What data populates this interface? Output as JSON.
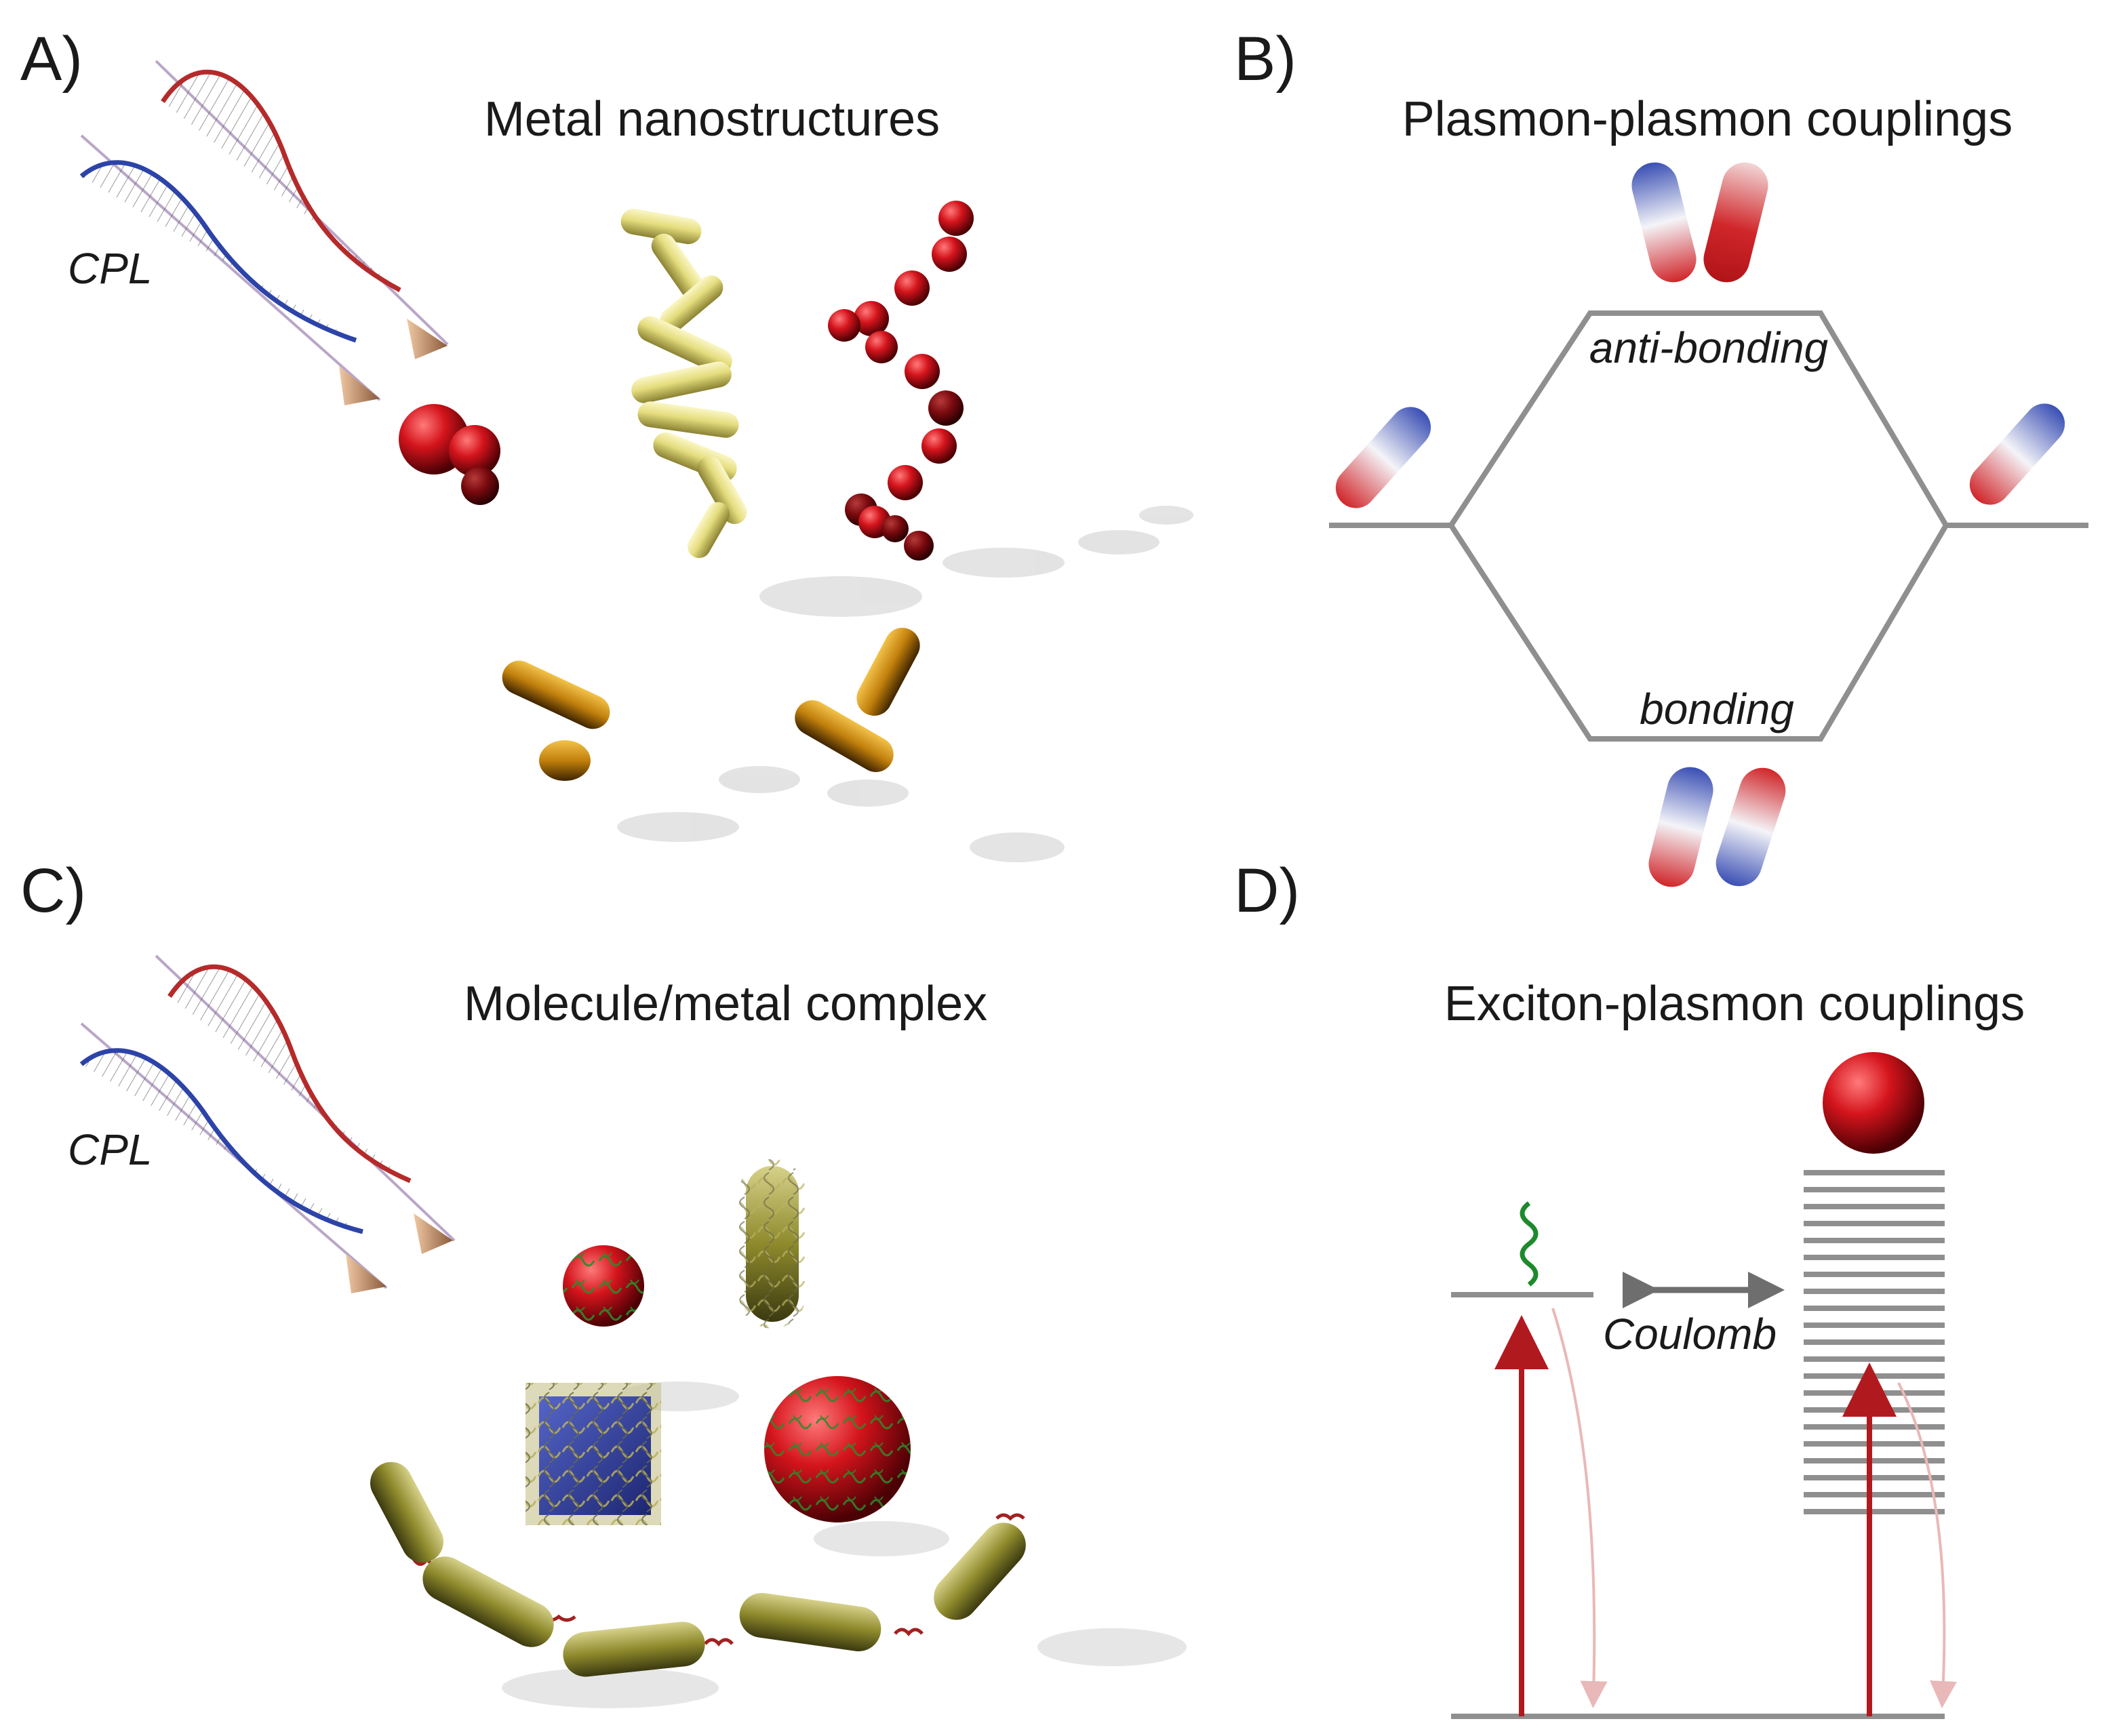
{
  "panels": {
    "a": {
      "label": "A)",
      "title": "Metal nanostructures",
      "cpl": "CPL"
    },
    "b": {
      "label": "B)",
      "title": "Plasmon-plasmon couplings",
      "anti_bonding": "anti-bonding",
      "bonding": "bonding"
    },
    "c": {
      "label": "C)",
      "title": "Molecule/metal complex",
      "cpl": "CPL"
    },
    "d": {
      "label": "D)",
      "title": "Exciton-plasmon couplings",
      "coulomb": "Coulomb"
    }
  },
  "colors": {
    "gold_rod": "#e9e28a",
    "red_sphere": "#c8141c",
    "orange_rod": "#c98a0e",
    "olive_rod": "#8e8a2c",
    "cube_blue": "#2f3f9c",
    "line_gray": "#8f8f8f",
    "arrow_red": "#b01a1e",
    "helix_red": "#b52a2a",
    "helix_blue": "#2c43a8"
  }
}
